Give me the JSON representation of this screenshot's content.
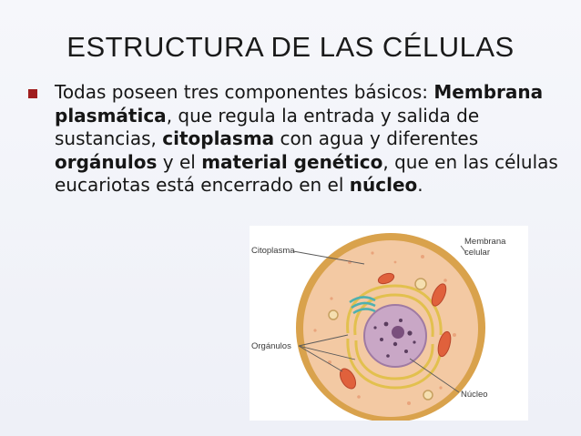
{
  "slide": {
    "title": "ESTRUCTURA DE LAS CÉLULAS",
    "bullet": {
      "t1": "Todas poseen tres componentes básicos: ",
      "b1": "Membrana plasmática",
      "t2": ", que regula la entrada y salida de sustancias, ",
      "b2": "citoplasma",
      "t3": " con agua y diferentes ",
      "b3": "orgánulos",
      "t4": " y el ",
      "b4": "material genético",
      "t5": ", que en las células eucariotas está encerrado en el ",
      "b5": "núcleo",
      "t6": "."
    }
  },
  "figure": {
    "labels": {
      "cytoplasm": "Citoplasma",
      "membrane_line1": "Membrana",
      "membrane_line2": "celular",
      "organelles": "Orgánulos",
      "nucleus": "Núcleo"
    }
  },
  "colors": {
    "bullet": "#a01e1e",
    "membrane": "#d4a14a",
    "cytoplasm": "#f2c7a0",
    "nucleus": "#c7a6c4",
    "mitochondria": "#e0603a"
  }
}
